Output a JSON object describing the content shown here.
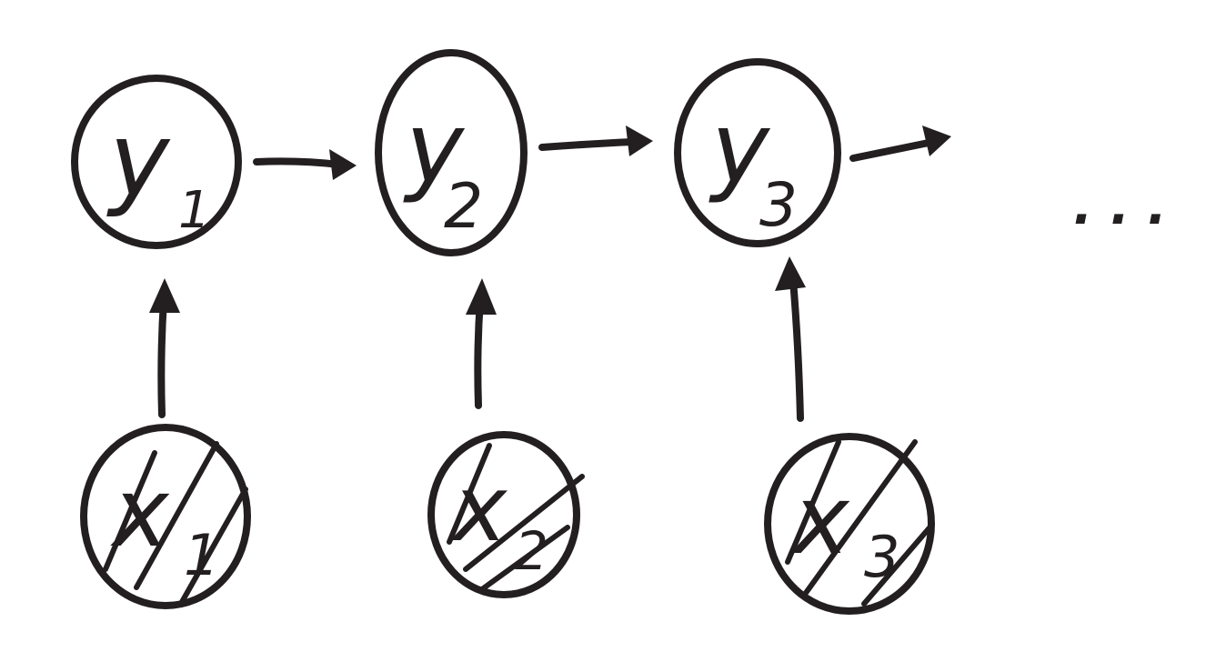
{
  "diagram": {
    "latent_nodes": [
      {
        "main": "y",
        "sub": "1"
      },
      {
        "main": "y",
        "sub": "2"
      },
      {
        "main": "y",
        "sub": "3"
      }
    ],
    "observed_nodes": [
      {
        "main": "x",
        "sub": "1"
      },
      {
        "main": "x",
        "sub": "2"
      },
      {
        "main": "x",
        "sub": "3"
      }
    ],
    "continuation": ". . ."
  },
  "colors": {
    "ink": "#231f20",
    "background": "#ffffff"
  }
}
